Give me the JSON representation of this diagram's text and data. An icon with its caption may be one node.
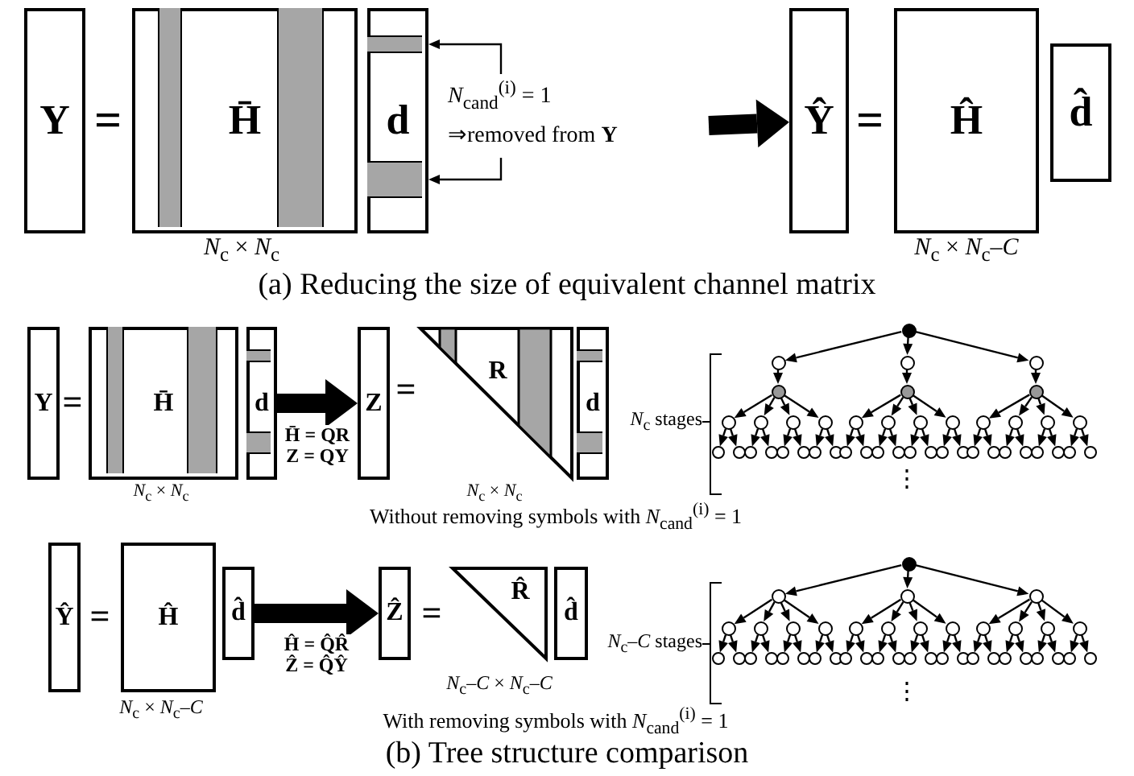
{
  "diagram": {
    "nodes": [
      {
        "text": [
          "Y"
        ]
      },
      {
        "text": [
          "H̄"
        ]
      },
      {
        "text": [
          "d"
        ]
      },
      {
        "text": [
          "Ŷ"
        ]
      },
      {
        "text": [
          "Ĥ"
        ]
      },
      {
        "text": [
          "d̂"
        ]
      },
      {
        "text": [
          "*N*$_{cand}$$^{(i)}$ = 1 ⇒removed from **Y**"
        ]
      },
      {
        "text": [],
        "shape": "bar",
        "in": 2
      },
      {
        "text": [],
        "shape": "bar",
        "in": 2
      },
      {
        "text": [
          "Y"
        ]
      },
      {
        "text": [
          "H̄"
        ]
      },
      {
        "text": [
          "d"
        ]
      },
      {
        "text": [
          "Z"
        ]
      },
      {
        "text": [
          "R"
        ]
      },
      {
        "text": [
          "d"
        ]
      },
      {
        "text": [],
        "shape": "circle"
      },
      {
        "text": [],
        "shape": "circle"
      },
      {
        "text": [],
        "shape": "circle"
      },
      {
        "text": [],
        "shape": "circle"
      },
      {
        "text": [],
        "shape": "circle"
      },
      {
        "text": [],
        "shape": "circle"
      },
      {
        "text": [],
        "shape": "circle"
      },
      {
        "text": [],
        "shape": "circle"
      },
      {
        "text": [],
        "shape": "circle"
      },
      {
        "text": [],
        "shape": "circle"
      },
      {
        "text": [],
        "shape": "circle"
      },
      {
        "text": [],
        "shape": "circle"
      },
      {
        "text": [],
        "shape": "circle"
      },
      {
        "text": [],
        "shape": "circle"
      },
      {
        "text": [],
        "shape": "circle"
      },
      {
        "text": [],
        "shape": "circle"
      },
      {
        "text": [],
        "shape": "circle"
      },
      {
        "text": [],
        "shape": "circle"
      },
      {
        "text": [],
        "shape": "circle"
      },
      {
        "text": [],
        "shape": "circle"
      },
      {
        "text": [],
        "shape": "circle"
      },
      {
        "text": [],
        "shape": "circle"
      },
      {
        "text": [],
        "shape": "circle"
      },
      {
        "text": [],
        "shape": "circle"
      },
      {
        "text": [],
        "shape": "circle"
      },
      {
        "text": [],
        "shape": "circle"
      },
      {
        "text": [],
        "shape": "circle"
      },
      {
        "text": [],
        "shape": "circle"
      },
      {
        "text": [],
        "shape": "circle"
      },
      {
        "text": [],
        "shape": "circle"
      },
      {
        "text": [],
        "shape": "circle"
      },
      {
        "text": [],
        "shape": "circle"
      },
      {
        "text": [],
        "shape": "circle"
      },
      {
        "text": [],
        "shape": "circle"
      },
      {
        "text": [],
        "shape": "circle"
      },
      {
        "text": [],
        "shape": "circle"
      },
      {
        "text": [],
        "shape": "circle"
      },
      {
        "text": [],
        "shape": "circle"
      },
      {
        "text": [],
        "shape": "circle"
      },
      {
        "text": [],
        "shape": "circle"
      },
      {
        "text": [],
        "shape": "circle"
      },
      {
        "text": [],
        "shape": "circle"
      },
      {
        "text": [],
        "shape": "circle"
      },
      {
        "text": [
          "Ŷ"
        ]
      },
      {
        "text": [
          "Ĥ"
        ]
      },
      {
        "text": [
          "d̂"
        ]
      },
      {
        "text": [
          "Ẑ"
        ]
      },
      {
        "text": [
          "R̂"
        ]
      },
      {
        "text": [
          "d̂"
        ]
      },
      {
        "text": [],
        "shape": "circle"
      },
      {
        "text": [],
        "shape": "circle"
      },
      {
        "text": [],
        "shape": "circle"
      },
      {
        "text": [],
        "shape": "circle"
      },
      {
        "text": [],
        "shape": "circle"
      },
      {
        "text": [],
        "shape": "circle"
      },
      {
        "text": [],
        "shape": "circle"
      },
      {
        "text": [],
        "shape": "circle"
      },
      {
        "text": [],
        "shape": "circle"
      },
      {
        "text": [],
        "shape": "circle"
      },
      {
        "text": [],
        "shape": "circle"
      },
      {
        "text": [],
        "shape": "circle"
      },
      {
        "text": [],
        "shape": "circle"
      },
      {
        "text": [],
        "shape": "circle"
      },
      {
        "text": [],
        "shape": "circle"
      },
      {
        "text": [],
        "shape": "circle"
      },
      {
        "text": [],
        "shape": "circle"
      },
      {
        "text": [],
        "shape": "circle"
      },
      {
        "text": [],
        "shape": "circle"
      },
      {
        "text": [],
        "shape": "circle"
      },
      {
        "text": [],
        "shape": "circle"
      },
      {
        "text": [],
        "shape": "circle"
      },
      {
        "text": [],
        "shape": "circle"
      },
      {
        "text": [],
        "shape": "circle"
      },
      {
        "text": [],
        "shape": "circle"
      },
      {
        "text": [],
        "shape": "circle"
      },
      {
        "text": [],
        "shape": "circle"
      },
      {
        "text": [],
        "shape": "circle"
      },
      {
        "text": [],
        "shape": "circle"
      },
      {
        "text": [],
        "shape": "circle"
      },
      {
        "text": [],
        "shape": "circle"
      },
      {
        "text": [],
        "shape": "circle"
      },
      {
        "text": [],
        "shape": "circle"
      },
      {
        "text": [],
        "shape": "circle"
      },
      {
        "text": [],
        "shape": "circle"
      },
      {
        "text": [],
        "shape": "circle"
      },
      {
        "text": [],
        "shape": "circle"
      },
      {
        "text": [],
        "shape": "circle"
      },
      {
        "text": [],
        "shape": "circle"
      },
      {
        "text": [],
        "shape": "circle"
      },
      {
        "text": [],
        "shape": "bar",
        "in": 1
      },
      {
        "text": [],
        "shape": "bar",
        "in": 1
      },
      {
        "text": [],
        "shape": "bar",
        "in": 10
      },
      {
        "text": [],
        "shape": "bar",
        "in": 10
      },
      {
        "text": [],
        "shape": "bar",
        "in": 11
      },
      {
        "text": [],
        "shape": "bar",
        "in": 11
      },
      {
        "text": [],
        "shape": "bar",
        "in": 13
      },
      {
        "text": [],
        "shape": "bar",
        "in": 13
      },
      {
        "text": [],
        "shape": "bar",
        "in": 14
      },
      {
        "text": [],
        "shape": "bar",
        "in": 14
      }
    ],
    "edges": [
      {
        "from": null,
        "to": 3,
        "arrow": "to",
        "style": "thick"
      },
      {
        "from": 6,
        "to": 7,
        "arrow": "to"
      },
      {
        "from": 6,
        "to": 8,
        "arrow": "to"
      },
      {
        "from": 11,
        "to": 12,
        "arrow": "to",
        "style": "thick",
        "label": "H̄ = QR Z = QY"
      },
      {
        "from": 15,
        "to": 16,
        "arrow": "to"
      },
      {
        "from": 15,
        "to": 17,
        "arrow": "to"
      },
      {
        "from": 15,
        "to": 18,
        "arrow": "to"
      },
      {
        "from": 16,
        "to": 19,
        "arrow": "to"
      },
      {
        "from": 17,
        "to": 20,
        "arrow": "to"
      },
      {
        "from": 18,
        "to": 21,
        "arrow": "to"
      },
      {
        "from": 19,
        "to": 22,
        "arrow": "to"
      },
      {
        "from": 19,
        "to": 23,
        "arrow": "to"
      },
      {
        "from": 19,
        "to": 24,
        "arrow": "to"
      },
      {
        "from": 19,
        "to": 25,
        "arrow": "to"
      },
      {
        "from": 20,
        "to": 26,
        "arrow": "to"
      },
      {
        "from": 20,
        "to": 27,
        "arrow": "to"
      },
      {
        "from": 20,
        "to": 28,
        "arrow": "to"
      },
      {
        "from": 20,
        "to": 29,
        "arrow": "to"
      },
      {
        "from": 21,
        "to": 30,
        "arrow": "to"
      },
      {
        "from": 21,
        "to": 31,
        "arrow": "to"
      },
      {
        "from": 21,
        "to": 32,
        "arrow": "to"
      },
      {
        "from": 21,
        "to": 33,
        "arrow": "to"
      },
      {
        "from": 22,
        "to": 34,
        "arrow": "to"
      },
      {
        "from": 22,
        "to": 35,
        "arrow": "to"
      },
      {
        "from": 23,
        "to": 36,
        "arrow": "to"
      },
      {
        "from": 23,
        "to": 37,
        "arrow": "to"
      },
      {
        "from": 24,
        "to": 38,
        "arrow": "to"
      },
      {
        "from": 24,
        "to": 39,
        "arrow": "to"
      },
      {
        "from": 25,
        "to": 40,
        "arrow": "to"
      },
      {
        "from": 25,
        "to": 41,
        "arrow": "to"
      },
      {
        "from": 26,
        "to": 42,
        "arrow": "to"
      },
      {
        "from": 26,
        "to": 43,
        "arrow": "to"
      },
      {
        "from": 27,
        "to": 44,
        "arrow": "to"
      },
      {
        "from": 27,
        "to": 45,
        "arrow": "to"
      },
      {
        "from": 28,
        "to": 46,
        "arrow": "to"
      },
      {
        "from": 28,
        "to": 47,
        "arrow": "to"
      },
      {
        "from": 29,
        "to": 48,
        "arrow": "to"
      },
      {
        "from": 29,
        "to": 49,
        "arrow": "to"
      },
      {
        "from": 30,
        "to": 50,
        "arrow": "to"
      },
      {
        "from": 30,
        "to": 51,
        "arrow": "to"
      },
      {
        "from": 31,
        "to": 52,
        "arrow": "to"
      },
      {
        "from": 31,
        "to": 53,
        "arrow": "to"
      },
      {
        "from": 32,
        "to": 54,
        "arrow": "to"
      },
      {
        "from": 32,
        "to": 55,
        "arrow": "to"
      },
      {
        "from": 33,
        "to": 56,
        "arrow": "to"
      },
      {
        "from": 33,
        "to": 57,
        "arrow": "to"
      },
      {
        "from": 60,
        "to": 61,
        "arrow": "to",
        "style": "thick",
        "label": "Ĥ = Q̂R̂ Ẑ = Q̂Ŷ"
      },
      {
        "from": 64,
        "to": 65,
        "arrow": "to"
      },
      {
        "from": 64,
        "to": 66,
        "arrow": "to"
      },
      {
        "from": 64,
        "to": 67,
        "arrow": "to"
      },
      {
        "from": 65,
        "to": 68,
        "arrow": "to"
      },
      {
        "from": 65,
        "to": 69,
        "arrow": "to"
      },
      {
        "from": 65,
        "to": 70,
        "arrow": "to"
      },
      {
        "from": 65,
        "to": 71,
        "arrow": "to"
      },
      {
        "from": 66,
        "to": 72,
        "arrow": "to"
      },
      {
        "from": 66,
        "to": 73,
        "arrow": "to"
      },
      {
        "from": 66,
        "to": 74,
        "arrow": "to"
      },
      {
        "from": 66,
        "to": 75,
        "arrow": "to"
      },
      {
        "from": 67,
        "to": 76,
        "arrow": "to"
      },
      {
        "from": 67,
        "to": 77,
        "arrow": "to"
      },
      {
        "from": 67,
        "to": 78,
        "arrow": "to"
      },
      {
        "from": 67,
        "to": 79,
        "arrow": "to"
      },
      {
        "from": 68,
        "to": 80,
        "arrow": "to"
      },
      {
        "from": 68,
        "to": 81,
        "arrow": "to"
      },
      {
        "from": 69,
        "to": 82,
        "arrow": "to"
      },
      {
        "from": 69,
        "to": 83,
        "arrow": "to"
      },
      {
        "from": 70,
        "to": 84,
        "arrow": "to"
      },
      {
        "from": 70,
        "to": 85,
        "arrow": "to"
      },
      {
        "from": 71,
        "to": 86,
        "arrow": "to"
      },
      {
        "from": 71,
        "to": 87,
        "arrow": "to"
      },
      {
        "from": 72,
        "to": 88,
        "arrow": "to"
      },
      {
        "from": 72,
        "to": 89,
        "arrow": "to"
      },
      {
        "from": 73,
        "to": 90,
        "arrow": "to"
      },
      {
        "from": 73,
        "to": 91,
        "arrow": "to"
      },
      {
        "from": 74,
        "to": 92,
        "arrow": "to"
      },
      {
        "from": 74,
        "to": 93,
        "arrow": "to"
      },
      {
        "from": 75,
        "to": 94,
        "arrow": "to"
      },
      {
        "from": 75,
        "to": 95,
        "arrow": "to"
      },
      {
        "from": 76,
        "to": 96,
        "arrow": "to"
      },
      {
        "from": 76,
        "to": 97,
        "arrow": "to"
      },
      {
        "from": 77,
        "to": 98,
        "arrow": "to"
      },
      {
        "from": 77,
        "to": 99,
        "arrow": "to"
      },
      {
        "from": 78,
        "to": 100,
        "arrow": "to"
      },
      {
        "from": 78,
        "to": 101,
        "arrow": "to"
      },
      {
        "from": 79,
        "to": 102,
        "arrow": "to"
      },
      {
        "from": 79,
        "to": 103,
        "arrow": "to"
      }
    ],
    "labels": [
      "=",
      "=",
      "*N*$_{c}$ × *N*$_{c}$",
      "*N*$_{c}$ × *N*$_{c}$–*C*",
      "(a) Reducing the size of equivalent channel matrix",
      "=",
      "=",
      "*N*$_{c}$ stages",
      "*N*$_{c}$ × *N*$_{c}$",
      "*N*$_{c}$ × *N*$_{c}$",
      "⋮",
      "Without removing symbols with *N*$_{cand}$$^{(i)}$ = 1",
      "=",
      "=",
      "*N*$_{c}$–*C* stages",
      "*N*$_{c}$–*C* × *N*$_{c}$–*C*",
      "⋮",
      "*N*$_{c}$ × *N*$_{c}$–*C*",
      "With removing symbols with *N*$_{cand}$$^{(i)}$ = 1",
      "(b) Tree structure comparison"
    ]
  }
}
